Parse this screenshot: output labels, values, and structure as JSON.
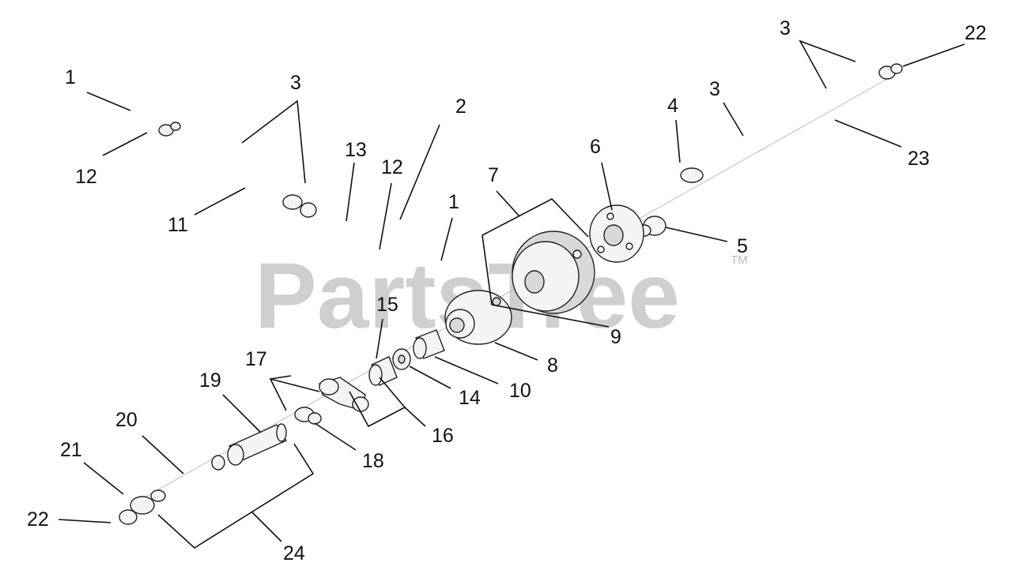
{
  "watermark": {
    "text": "PartsTree",
    "tm": "TM"
  },
  "callouts": {
    "c1a": "1",
    "c12a": "12",
    "c3a": "3",
    "c11": "11",
    "c13": "13",
    "c12b": "12",
    "c2": "2",
    "c1b": "1",
    "c7": "7",
    "c6": "6",
    "c4": "4",
    "c3b": "3",
    "c3c": "3",
    "c22a": "22",
    "c23": "23",
    "c5": "5",
    "c9": "9",
    "c8": "8",
    "c15": "15",
    "c10": "10",
    "c14": "14",
    "c16": "16",
    "c17": "17",
    "c19": "19",
    "c18": "18",
    "c20": "20",
    "c21": "21",
    "c22b": "22",
    "c24": "24"
  }
}
